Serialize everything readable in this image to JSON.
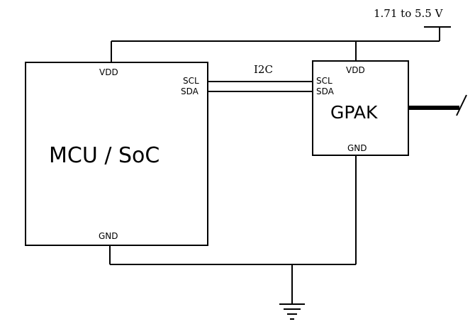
{
  "supply_label": "1.71 to 5.5 V",
  "bus_label": "I2C",
  "mcu": {
    "name": "MCU / SoC",
    "vdd": "VDD",
    "scl": "SCL",
    "sda": "SDA",
    "gnd": "GND"
  },
  "gpak": {
    "name": "GPAK",
    "vdd": "VDD",
    "scl": "SCL",
    "sda": "SDA",
    "gnd": "GND"
  }
}
